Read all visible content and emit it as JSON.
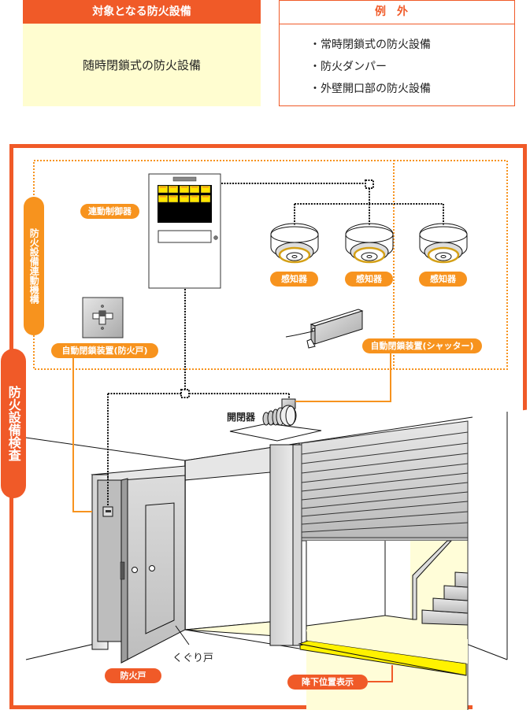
{
  "target": {
    "title": "対象となる防火設備",
    "body": "随時閉鎖式の防火設備"
  },
  "exceptions": {
    "title": "例外",
    "items": [
      "常時閉鎖式の防火設備",
      "防火ダンパー",
      "外壁開口部の防火設備"
    ]
  },
  "diagram": {
    "outer_label": "防火設備検査",
    "inner_label": "防火設備連動機構",
    "labels": {
      "control_panel": "連動制御器",
      "detector_1": "感知器",
      "detector_2": "感知器",
      "detector_3": "感知器",
      "auto_closer_door": "自動閉鎖装置(防火戸)",
      "auto_closer_shutter": "自動閉鎖装置(シャッター)",
      "opener": "開閉器",
      "wicket_door": "くぐり戸",
      "fire_door": "防火戸",
      "descent_position": "降下位置表示"
    }
  },
  "colors": {
    "primary_red_orange": "#f05a28",
    "orange": "#f7931e",
    "cream": "#fffdd0",
    "yellow": "#fff200"
  }
}
